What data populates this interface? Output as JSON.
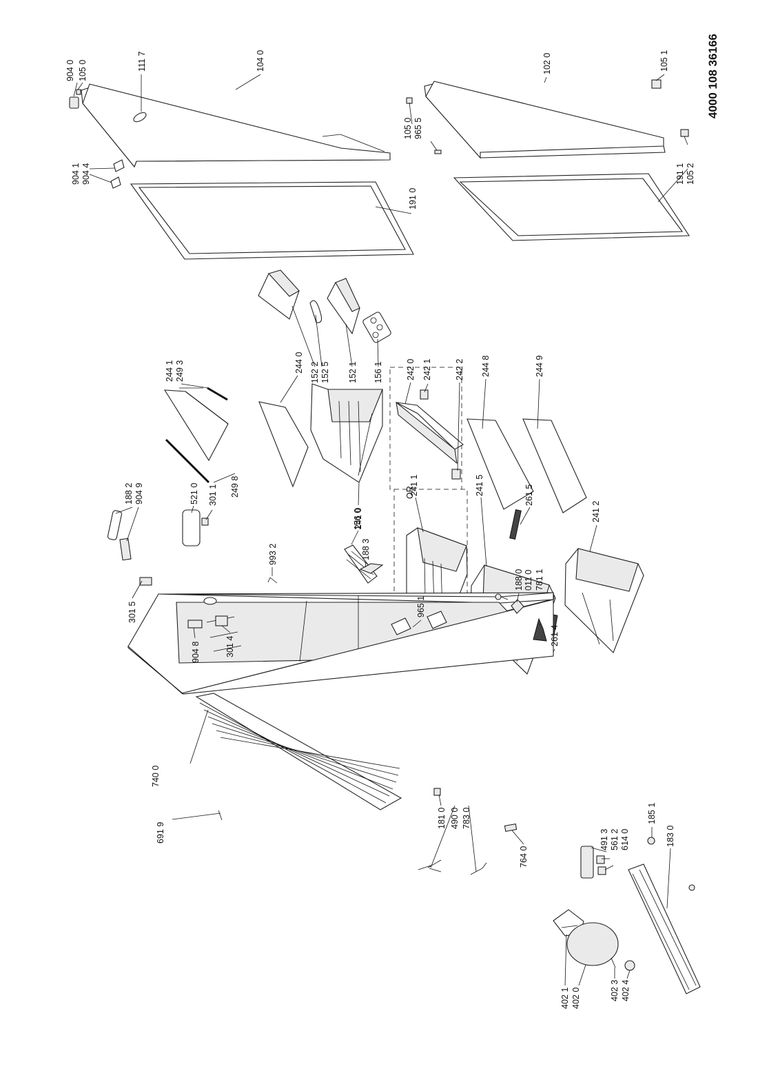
{
  "document": {
    "number": "4000 108 36166"
  },
  "alternative_marker": "OR",
  "labels": {
    "904_0": "904 0",
    "105_0_top": "105 0",
    "111_7": "111 7",
    "104_0": "104 0",
    "102_0": "102 0",
    "105_1": "105 1",
    "904_1": "904 1",
    "904_4": "904 4",
    "191_0": "191 0",
    "105_0_r": "105 0",
    "965_5": "965 5",
    "191_1": "191 1",
    "105_2": "105 2",
    "244_1": "244 1",
    "249_3": "249 3",
    "244_0": "244 0",
    "152_2": "152 2",
    "152_5": "152 5",
    "152_1": "152 1",
    "156_1": "156 1",
    "242_0": "242 0",
    "242_1": "242 1",
    "242_2": "242 2",
    "244_8": "244 8",
    "244_9": "244 9",
    "249_8": "249 8",
    "241_0": "241 0",
    "156_0": "156 0",
    "241_1": "241 1",
    "241_5": "241 5",
    "261_5": "261 5",
    "241_2": "241 2",
    "188_2": "188 2",
    "904_9": "904 9",
    "521_0": "521 0",
    "301_1": "301 1",
    "993_2": "993 2",
    "188_3": "188 3",
    "188_0": "188 0",
    "011_0": "011 0",
    "781_1": "781 1",
    "261_4": "261 4",
    "301_5": "301 5",
    "965_1": "965 1",
    "904_8": "904 8",
    "301_4": "301 4",
    "691_9": "691 9",
    "740_0": "740 0",
    "181_0": "181 0",
    "490_0": "490 0",
    "783_0": "783 0",
    "764_0": "764 0",
    "402_1": "402 1",
    "402_0": "402 0",
    "402_3": "402 3",
    "402_4": "402 4",
    "491_3": "491 3",
    "561_2": "561 2",
    "614_0": "614 0",
    "185_1": "185 1",
    "183_0": "183 0"
  }
}
